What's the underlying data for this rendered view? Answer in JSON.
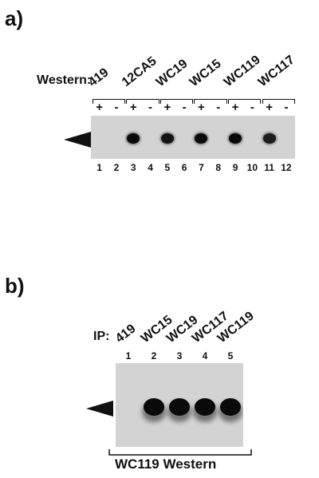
{
  "panel_a": {
    "label": "a)",
    "western_label": "Western:",
    "groups": [
      {
        "antibody": "419",
        "plus": "+",
        "minus": "-",
        "lanes": [
          "1",
          "2"
        ],
        "band_intensity": [
          0.0,
          0.0
        ]
      },
      {
        "antibody": "12CA5",
        "plus": "+",
        "minus": "-",
        "lanes": [
          "3",
          "4"
        ],
        "band_intensity": [
          1.0,
          0.0
        ]
      },
      {
        "antibody": "WC19",
        "plus": "+",
        "minus": "-",
        "lanes": [
          "5",
          "6"
        ],
        "band_intensity": [
          0.95,
          0.0
        ]
      },
      {
        "antibody": "WC15",
        "plus": "+",
        "minus": "-",
        "lanes": [
          "7",
          "8"
        ],
        "band_intensity": [
          1.0,
          0.0
        ]
      },
      {
        "antibody": "WC119",
        "plus": "+",
        "minus": "-",
        "lanes": [
          "9",
          "10"
        ],
        "band_intensity": [
          1.0,
          0.0
        ]
      },
      {
        "antibody": "WC117",
        "plus": "+",
        "minus": "-",
        "lanes": [
          "11",
          "12"
        ],
        "band_intensity": [
          0.9,
          0.0
        ]
      }
    ]
  },
  "panel_b": {
    "label": "b)",
    "ip_label": "IP:",
    "lanes": [
      {
        "antibody": "419",
        "number": "1",
        "band_intensity": 0.0
      },
      {
        "antibody": "WC15",
        "number": "2",
        "band_intensity": 1.0
      },
      {
        "antibody": "WC19",
        "number": "3",
        "band_intensity": 1.0
      },
      {
        "antibody": "WC117",
        "number": "4",
        "band_intensity": 1.0
      },
      {
        "antibody": "WC119",
        "number": "5",
        "band_intensity": 1.0
      }
    ],
    "caption": "WC119 Western"
  },
  "colors": {
    "gel": "#d3d3d3",
    "band": "#0a0a0a",
    "ink": "#111111"
  },
  "icons": {
    "arrow": "arrowhead-pointer-icon"
  }
}
